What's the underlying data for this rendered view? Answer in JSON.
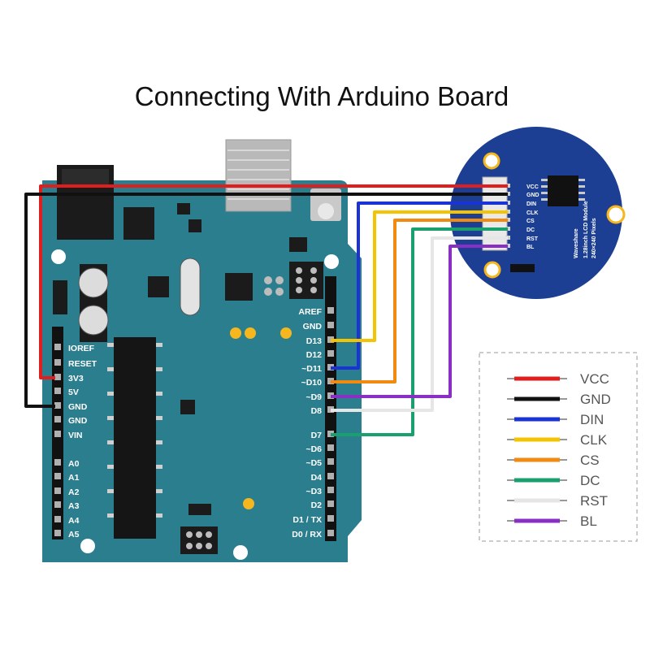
{
  "title": "Connecting With Arduino Board",
  "colors": {
    "board": "#2b7e8e",
    "lcd_board": "#1c3f94",
    "vcc": "#e01e1e",
    "gnd": "#111111",
    "din": "#1a33d6",
    "clk": "#f5c400",
    "cs": "#f08a10",
    "dc": "#1aa06e",
    "rst": "#e6e6e6",
    "bl": "#8a2fc4"
  },
  "arduino": {
    "left_pins": [
      "IOREF",
      "RESET",
      "3V3",
      "5V",
      "GND",
      "GND",
      "VIN",
      "A0",
      "A1",
      "A2",
      "A3",
      "A4",
      "A5"
    ],
    "right_pins": [
      "AREF",
      "GND",
      "D13",
      "D12",
      "~D11",
      "~D10",
      "~D9",
      "D8",
      "D7",
      "~D6",
      "~D5",
      "D4",
      "~D3",
      "D2",
      "D1 / TX",
      "D0 / RX"
    ]
  },
  "lcd": {
    "pins": [
      "VCC",
      "GND",
      "DIN",
      "CLK",
      "CS",
      "DC",
      "RST",
      "BL"
    ],
    "brand": "Waveshare",
    "model": "1.28inch LCD Module",
    "resolution": "240×240 Pixels"
  },
  "legend": [
    {
      "label": "VCC",
      "color": "#e01e1e"
    },
    {
      "label": "GND",
      "color": "#111111"
    },
    {
      "label": "DIN",
      "color": "#1a33d6"
    },
    {
      "label": "CLK",
      "color": "#f5c400"
    },
    {
      "label": "CS",
      "color": "#f08a10"
    },
    {
      "label": "DC",
      "color": "#1aa06e"
    },
    {
      "label": "RST",
      "color": "#e6e6e6"
    },
    {
      "label": "BL",
      "color": "#8a2fc4"
    }
  ]
}
